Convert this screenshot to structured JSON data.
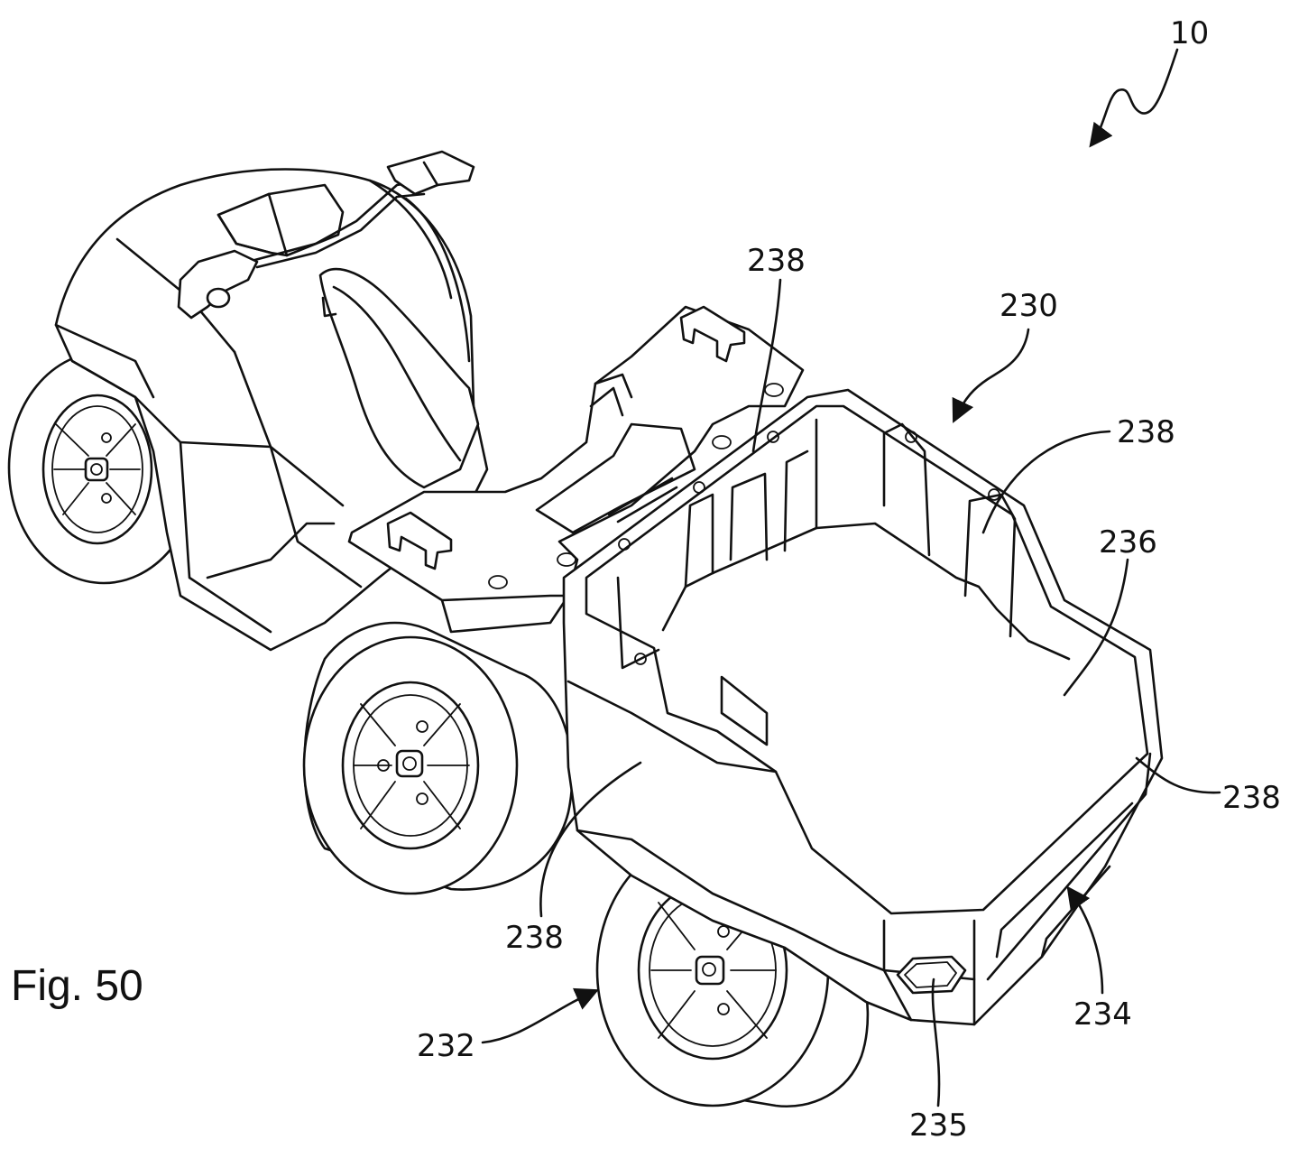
{
  "figure": {
    "caption": "Fig. 50"
  },
  "reference_numerals": {
    "vehicle": "10",
    "cargo_bed": "230",
    "wall_top_left": "238",
    "wall_right": "238",
    "floor": "236",
    "wall_front_right": "238",
    "wall_front_left": "238",
    "rear_wheel": "232",
    "light": "235",
    "rear_panel": "234"
  }
}
